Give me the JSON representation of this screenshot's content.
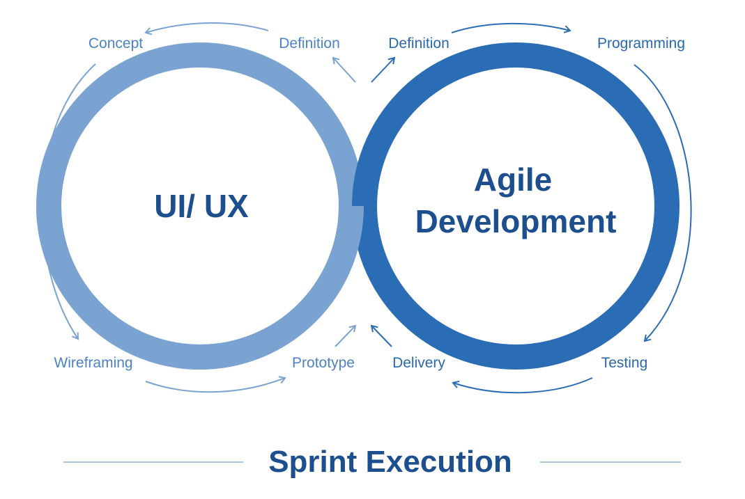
{
  "colors": {
    "light_ring": "#7aa3d2",
    "dark_ring": "#2b6db5",
    "light_text": "#4d83c2",
    "dark_text": "#2a68ae",
    "title_text": "#1d4f8f",
    "divider": "#8fb0d6"
  },
  "left_cycle": {
    "title": "UI/ UX",
    "labels": {
      "concept": "Concept",
      "definition": "Definition",
      "wireframing": "Wireframing",
      "prototype": "Prototype"
    }
  },
  "right_cycle": {
    "title_line1": "Agile",
    "title_line2": "Development",
    "labels": {
      "definition": "Definition",
      "programming": "Programming",
      "testing": "Testing",
      "delivery": "Delivery"
    }
  },
  "footer": {
    "title": "Sprint Execution"
  }
}
